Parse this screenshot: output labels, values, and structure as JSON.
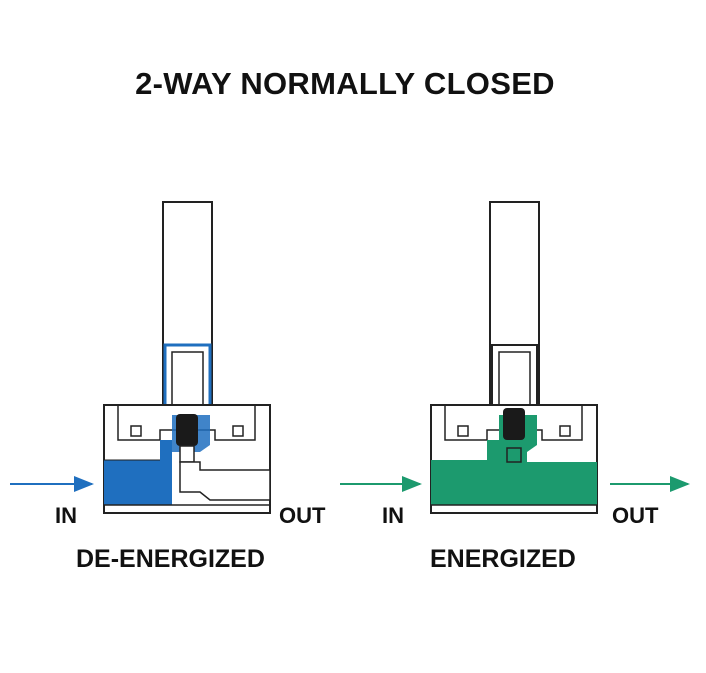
{
  "title": "2-WAY NORMALLY CLOSED",
  "colors": {
    "deenergized_fluid": "#1f6fbf",
    "energized_fluid": "#1c9a6e",
    "outline": "#222222",
    "plunger": "#1a1a1a"
  },
  "valves": [
    {
      "state_label": "DE-ENERGIZED",
      "in_label": "IN",
      "out_label": "OUT",
      "flowing": false
    },
    {
      "state_label": "ENERGIZED",
      "in_label": "IN",
      "out_label": "OUT",
      "flowing": true
    }
  ]
}
